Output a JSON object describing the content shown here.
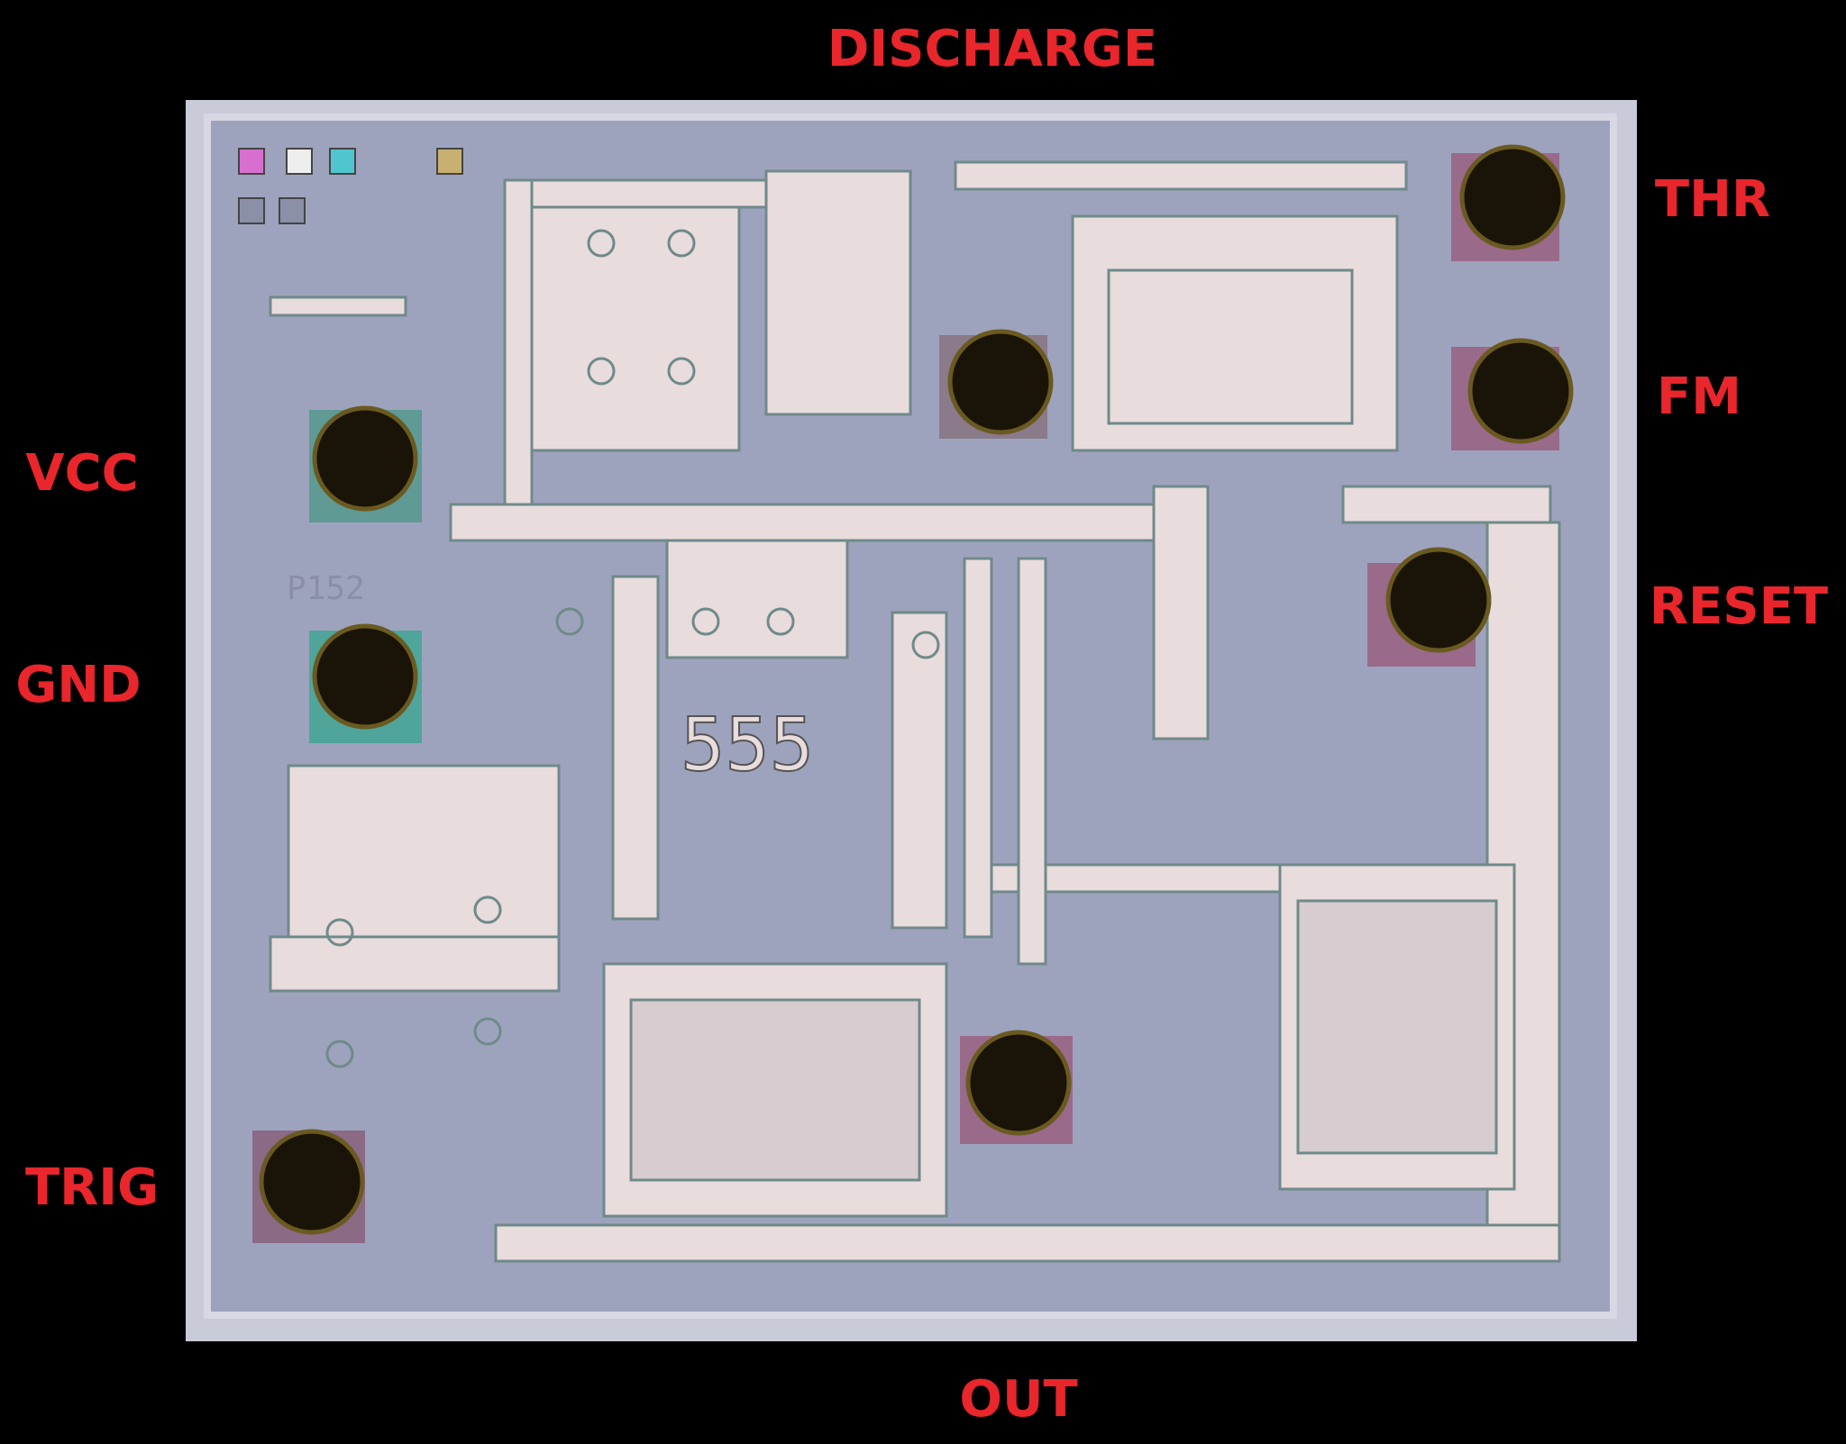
{
  "title": "555 timer die photo",
  "pin_labels": {
    "discharge": "DISCHARGE",
    "thr": "THR",
    "fm": "FM",
    "reset": "RESET",
    "vcc": "VCC",
    "gnd": "GND",
    "trig": "TRIG",
    "out": "OUT"
  },
  "die_markings": {
    "part_number": "555",
    "code": "P152"
  },
  "colors": {
    "label": "#e8262b",
    "background": "#000000",
    "substrate": "#9ea3bd",
    "metal": "#e9dcdc",
    "pad": "#1a1408"
  }
}
